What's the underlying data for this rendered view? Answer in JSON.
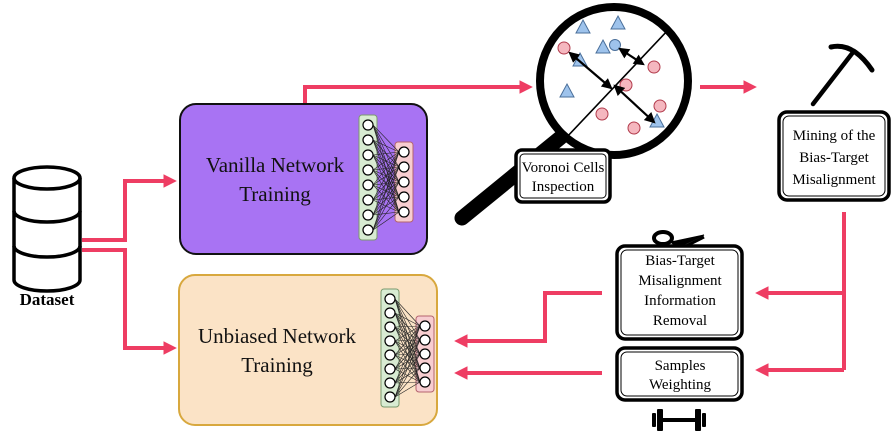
{
  "dataset": {
    "label": "Dataset"
  },
  "vanilla": {
    "line1": "Vanilla Network",
    "line2": "Training"
  },
  "unbiased": {
    "line1": "Unbiased Network",
    "line2": "Training"
  },
  "voronoi": {
    "line1": "Voronoi Cells",
    "line2": "Inspection"
  },
  "mining": {
    "line1": "Mining of the",
    "line2": "Bias-Target",
    "line3": "Misalignment"
  },
  "removal": {
    "line1": "Bias-Target",
    "line2": "Misalignment",
    "line3": "Information",
    "line4": "Removal"
  },
  "weighting": {
    "line1": "Samples",
    "line2": "Weighting"
  },
  "colors": {
    "arrow": "#ee3d63",
    "vanilla_fill": "#a873f3",
    "unbiased_fill": "#fbe3c6",
    "unbiased_border": "#d8a83e",
    "layer_green": "#d8ebd2",
    "layer_red": "#f7cdd0",
    "triangle": "#9ec3ec",
    "circle": "#f5b7bf"
  },
  "icons": {
    "dataset": "database-icon",
    "mining": "pickaxe-icon",
    "removal": "scissors-icon",
    "weighting": "dumbbell-icon",
    "inspection": "magnifier-icon"
  }
}
